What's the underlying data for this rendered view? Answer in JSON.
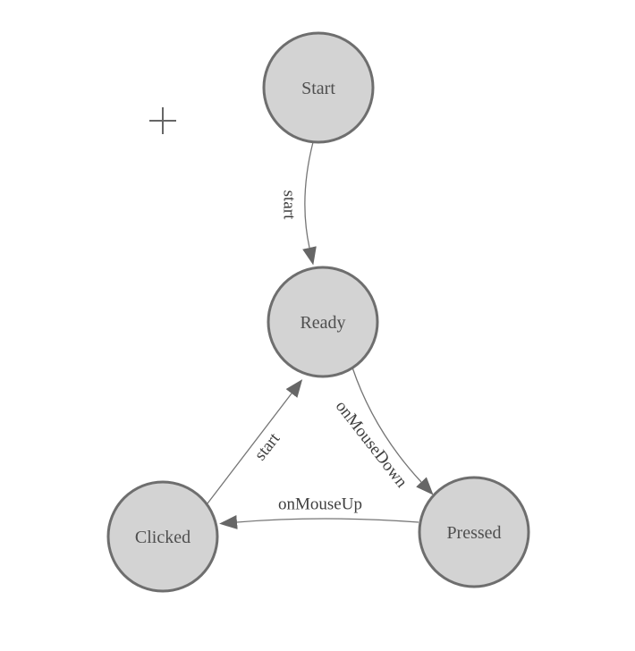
{
  "diagram": {
    "type": "state-machine",
    "colors": {
      "background": "#ffffff",
      "node_fill": "#d3d3d3",
      "node_border": "#6e6e6e",
      "edge_line": "#757575",
      "arrowhead": "#666666",
      "node_text": "#4f4f4f",
      "edge_text": "#3f3f3f",
      "crosshair": "#666666"
    },
    "nodes": [
      {
        "label": "Start"
      },
      {
        "label": "Ready"
      },
      {
        "label": "Clicked"
      },
      {
        "label": "Pressed"
      }
    ],
    "edges": [
      {
        "from": "Start",
        "to": "Ready",
        "label": "start"
      },
      {
        "from": "Ready",
        "to": "Pressed",
        "label": "onMouseDown"
      },
      {
        "from": "Clicked",
        "to": "Ready",
        "label": "start"
      },
      {
        "from": "Pressed",
        "to": "Clicked",
        "label": "onMouseUp"
      }
    ],
    "crosshair_cursor": "+"
  }
}
